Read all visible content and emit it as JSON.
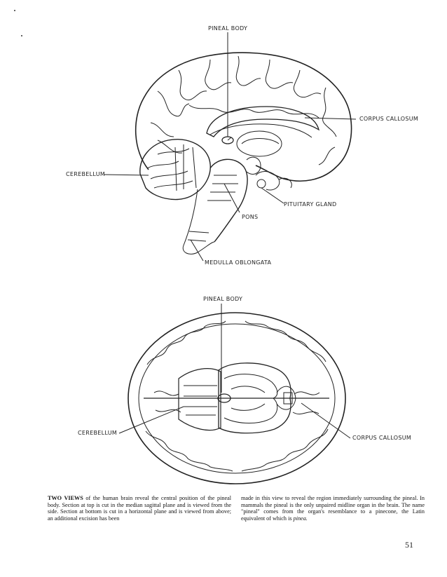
{
  "top_figure": {
    "labels": {
      "pineal_body": "PINEAL BODY",
      "corpus_callosum": "CORPUS CALLOSUM",
      "cerebellum": "CEREBELLUM",
      "pituitary_gland": "PITUITARY GLAND",
      "pons": "PONS",
      "medulla_oblongata": "MEDULLA OBLONGATA"
    }
  },
  "bottom_figure": {
    "labels": {
      "pineal_body": "PINEAL BODY",
      "cerebellum": "CEREBELLUM",
      "corpus_callosum": "CORPUS CALLOSUM"
    }
  },
  "caption": {
    "lead": "TWO VIEWS",
    "left_text": "of the human brain reveal the central position of the pineal body. Section at top is cut in the median sagittal plane and is viewed from the side. Section at bottom is cut in a horizontal plane and is viewed from above; an additional excision has been",
    "right_text": "made in this view to reveal the region immediately surrounding the pineal. In mammals the pineal is the only unpaired midline organ in the brain. The name \"pineal\" comes from the organ's resemblance to a pinecone, the Latin equivalent of which is",
    "right_end": "pinea."
  },
  "page_number": "51"
}
